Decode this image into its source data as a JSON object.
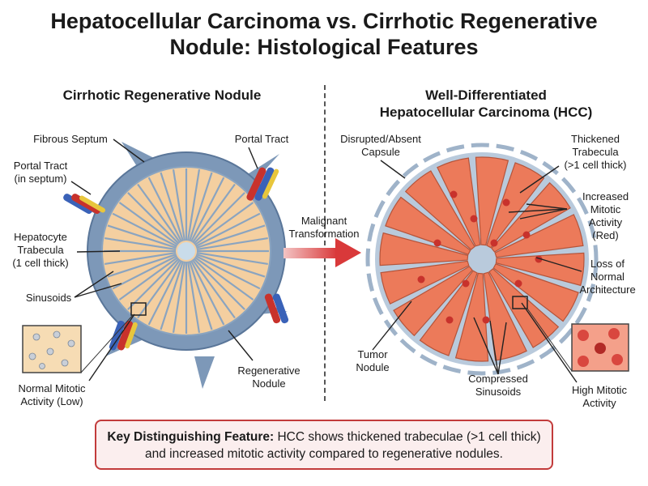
{
  "title": {
    "line1": "Hepatocellular Carcinoma vs. Cirrhotic Regenerative",
    "line2": "Nodule: Histological Features"
  },
  "left_panel": {
    "title": "Cirrhotic Regenerative Nodule",
    "labels": {
      "fibrous_septum": "Fibrous Septum",
      "portal_tract": "Portal Tract",
      "portal_tract_septum_1": "Portal Tract",
      "portal_tract_septum_2": "(in septum)",
      "hepatocyte_trabecula_1": "Hepatocyte",
      "hepatocyte_trabecula_2": "Trabecula",
      "hepatocyte_trabecula_3": "(1 cell thick)",
      "sinusoids": "Sinusoids",
      "normal_mitotic_1": "Normal Mitotic",
      "normal_mitotic_2": "Activity (Low)",
      "regenerative_nodule_1": "Regenerative",
      "regenerative_nodule_2": "Nodule"
    }
  },
  "arrow": {
    "label_1": "Malignant",
    "label_2": "Transformation",
    "color": "#d9393a"
  },
  "right_panel": {
    "title_1": "Well-Differentiated",
    "title_2": "Hepatocellular Carcinoma (HCC)",
    "labels": {
      "capsule_1": "Disrupted/Absent",
      "capsule_2": "Capsule",
      "thickened_1": "Thickened",
      "thickened_2": "Trabecula",
      "thickened_3": "(>1 cell thick)",
      "mitotic_1": "Increased",
      "mitotic_2": "Mitotic",
      "mitotic_3": "Activity",
      "mitotic_4": "(Red)",
      "loss_1": "Loss of",
      "loss_2": "Normal",
      "loss_3": "Architecture",
      "tumor_1": "Tumor",
      "tumor_2": "Nodule",
      "compressed_1": "Compressed",
      "compressed_2": "Sinusoids",
      "high_mitotic_1": "High Mitotic",
      "high_mitotic_2": "Activity"
    }
  },
  "key_feature": {
    "bold": "Key Distinguishing Feature:",
    "text_1": " HCC shows thickened trabeculae (>1 cell thick)",
    "text_2": "and increased mitotic activity compared to regenerative nodules."
  },
  "colors": {
    "septum_blue": "#7d98b8",
    "hepatocyte_tan": "#f4cfa0",
    "sinusoid_blue": "#c9dcea",
    "tumor_orange": "#ec7a5a",
    "mitotic_red": "#c8322c",
    "key_border": "#c23b3b"
  }
}
